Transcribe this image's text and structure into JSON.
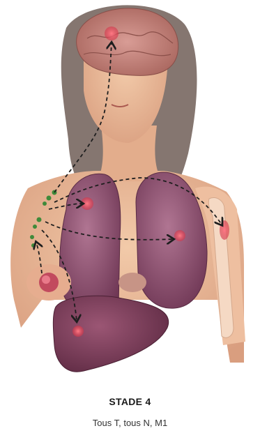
{
  "caption": {
    "stage": "STADE 4",
    "classification": "Tous T, tous N, M1"
  },
  "illustration": {
    "subject": "woman-torso",
    "organs": [
      "brain",
      "right-lung",
      "left-lung",
      "liver",
      "breast",
      "arm-bone"
    ],
    "colors": {
      "skin": "#e8b595",
      "hair": "#7d6f68",
      "lung": "#8b4a6a",
      "liver": "#7a3d55",
      "lesion": "#e04a5a",
      "lymph_node": "#3f8a3a",
      "arrow": "#222222"
    }
  }
}
